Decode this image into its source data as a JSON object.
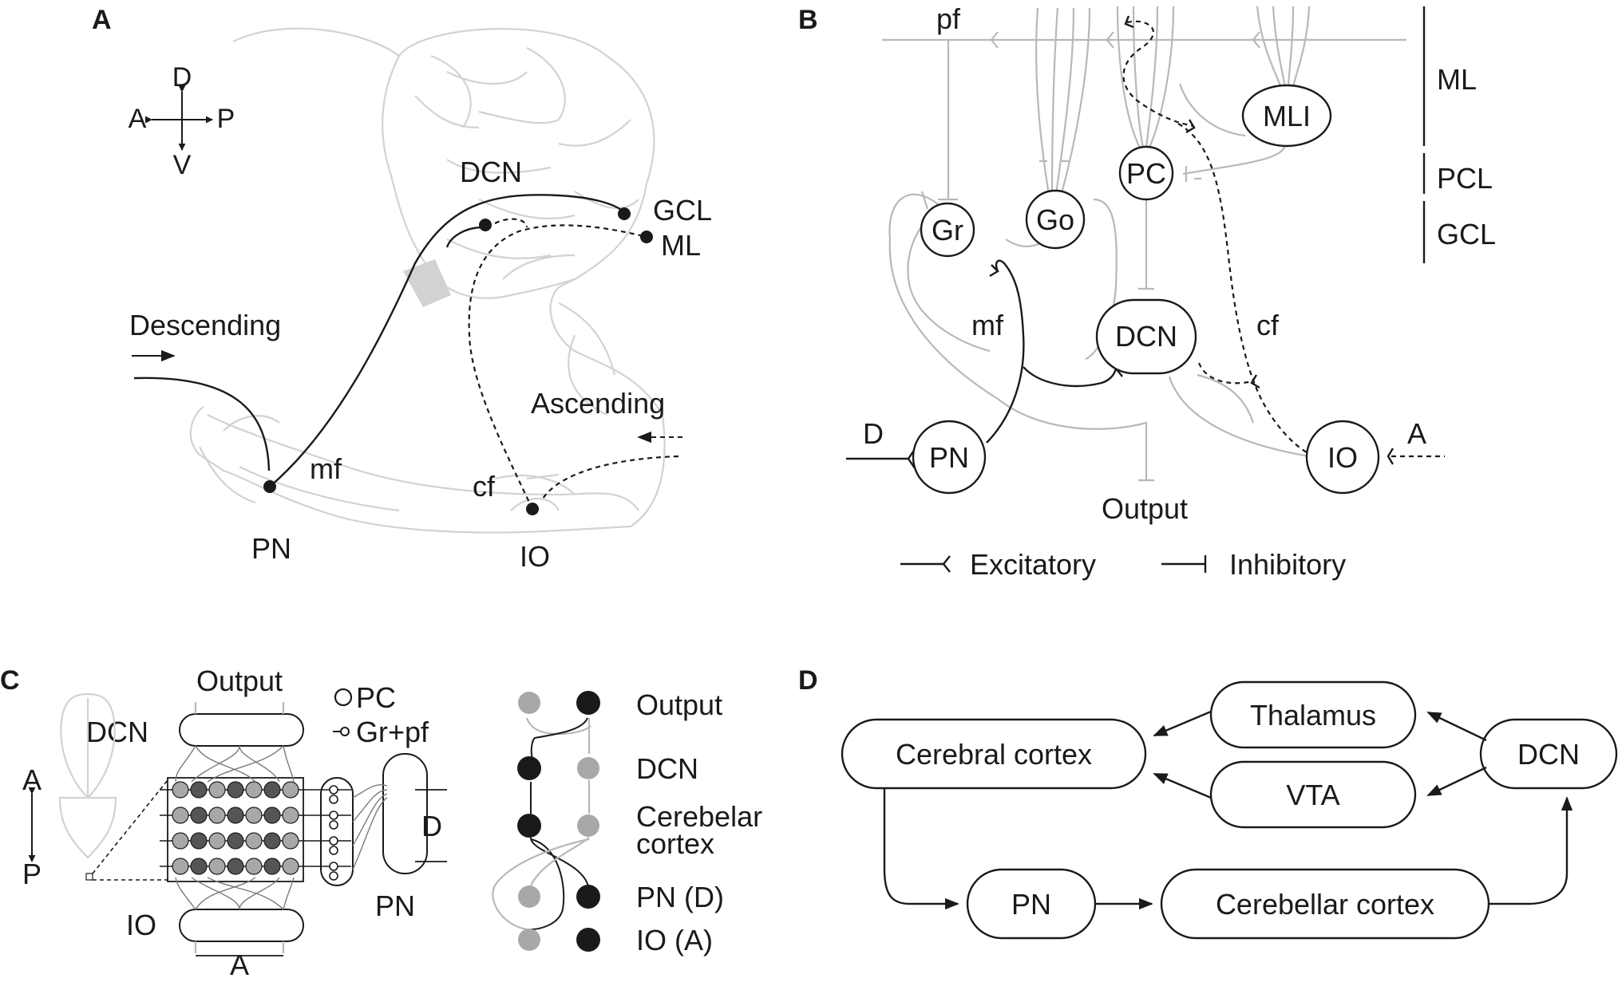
{
  "panels": {
    "a": {
      "letter": "A",
      "compass": {
        "d": "D",
        "a": "A",
        "p": "P",
        "v": "V"
      },
      "labels": {
        "dcn": "DCN",
        "gcl": "GCL",
        "ml": "ML",
        "descending": "Descending",
        "ascending": "Ascending",
        "mf": "mf",
        "cf": "cf",
        "pn": "PN",
        "io": "IO"
      }
    },
    "b": {
      "letter": "B",
      "labels": {
        "pf": "pf",
        "ml": "ML",
        "pcl": "PCL",
        "gcl": "GCL",
        "mli": "MLI",
        "pc": "PC",
        "gr": "Gr",
        "go": "Go",
        "mf": "mf",
        "dcn": "DCN",
        "cf": "cf",
        "d": "D",
        "pn": "PN",
        "io": "IO",
        "a": "A",
        "output": "Output"
      },
      "legend": {
        "excitatory": "Excitatory",
        "inhibitory": "Inhibitory"
      }
    },
    "c": {
      "letter": "C",
      "labels": {
        "output": "Output",
        "pc": "PC",
        "grpf": "Gr+pf",
        "dcn": "DCN",
        "a_axis": "A",
        "p_axis": "P",
        "d": "D",
        "pn": "PN",
        "io": "IO",
        "a_bottom": "A"
      },
      "rows": [
        {
          "text": "Output"
        },
        {
          "text": "DCN"
        },
        {
          "text": "Cerebelar",
          "text2": "cortex"
        },
        {
          "text": "PN (D)"
        },
        {
          "text": "IO (A)"
        }
      ]
    },
    "d": {
      "letter": "D",
      "nodes": {
        "cerebral": "Cerebral cortex",
        "thalamus": "Thalamus",
        "vta": "VTA",
        "dcn": "DCN",
        "pn": "PN",
        "cerebellar": "Cerebellar cortex"
      }
    }
  },
  "colors": {
    "ink": "#1a1a1a",
    "gray": "#b8b8b8",
    "light_gray": "#d2d2d2",
    "dark_node": "#1a1a1a",
    "gray_node": "#a8a8a8"
  }
}
